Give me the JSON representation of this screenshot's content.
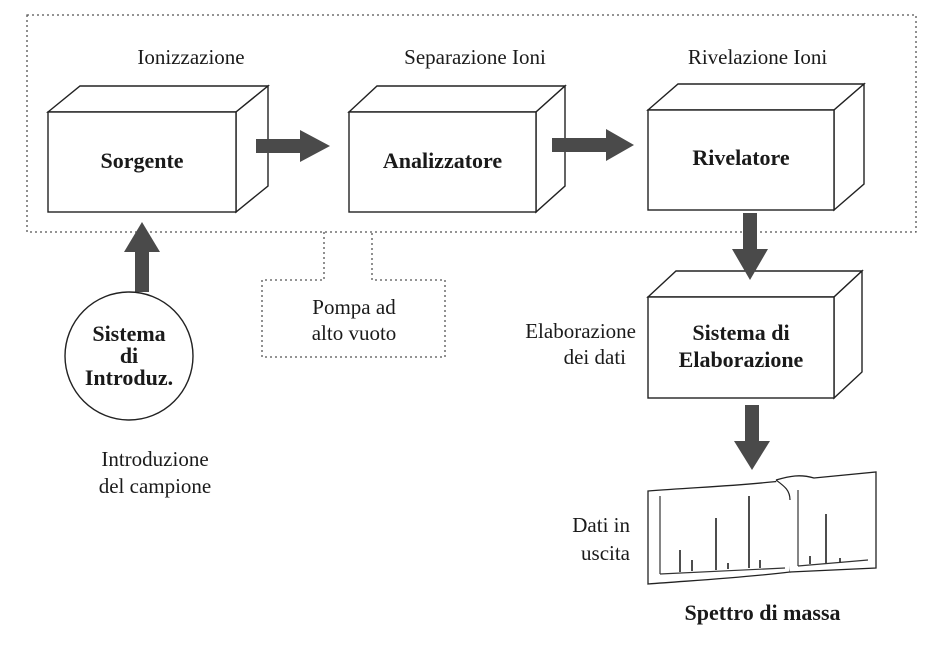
{
  "stages": {
    "ionization_label": "Ionizzazione",
    "separation_label": "Separazione Ioni",
    "detection_label": "Rivelazione Ioni"
  },
  "boxes": {
    "source": "Sorgente",
    "analyzer": "Analizzatore",
    "detector": "Rivelatore",
    "processing_line1": "Sistema di",
    "processing_line2": "Elaborazione"
  },
  "pump": {
    "line1": "Pompa ad",
    "line2": "alto vuoto"
  },
  "introduction_system": {
    "line1": "Sistema",
    "line2": "di",
    "line3": "Introduz."
  },
  "sample_intro": {
    "line1": "Introduzione",
    "line2": "del campione"
  },
  "data_processing": {
    "line1": "Elaborazione",
    "line2": "dei dati"
  },
  "output": {
    "line1": "Dati in",
    "line2": "uscita"
  },
  "spectrum_label": "Spettro di massa"
}
